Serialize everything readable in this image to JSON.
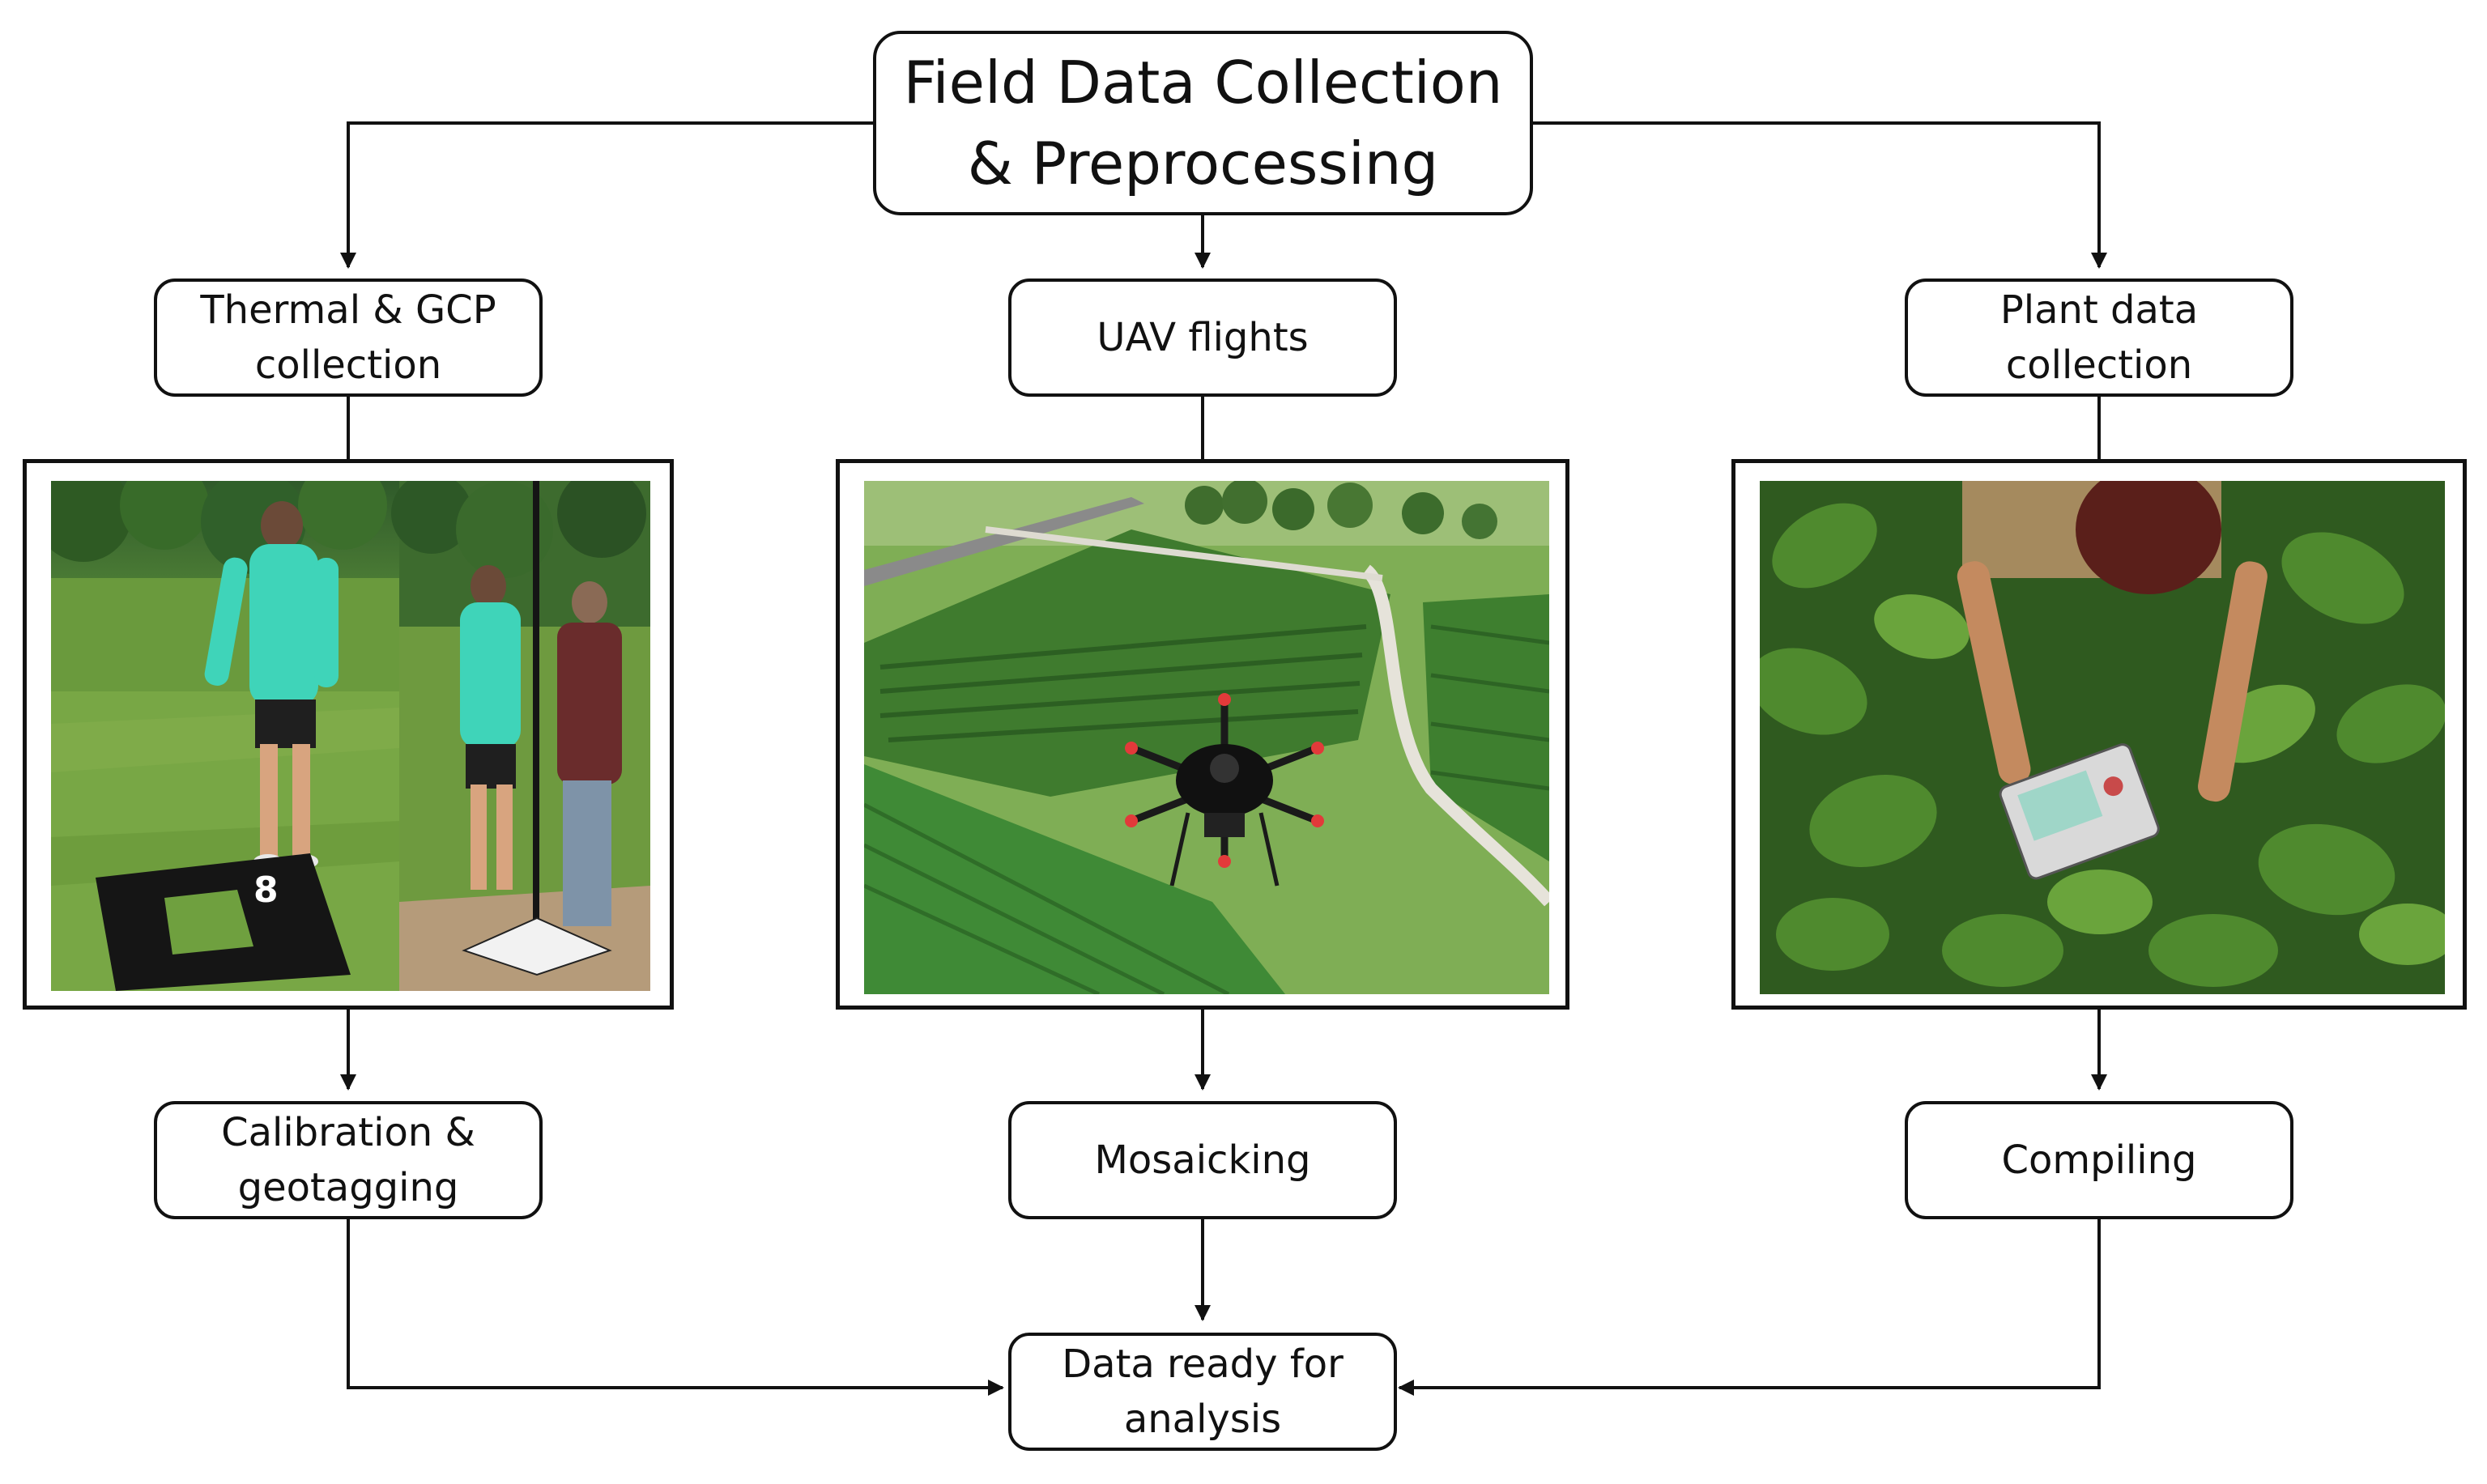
{
  "diagram": {
    "title_line1": "Field Data Collection",
    "title_line2": "& Preprocessing",
    "branches": {
      "thermal": {
        "label_line1": "Thermal & GCP",
        "label_line2": "collection",
        "photo_desc": "photo-people-with-gcp-target-and-gps-pole",
        "next_line1": "Calibration &",
        "next_line2": "geotagging"
      },
      "uav": {
        "label": "UAV flights",
        "photo_desc": "photo-drone-over-field-plots",
        "next": "Mosaicking"
      },
      "plant": {
        "label_line1": "Plant data",
        "label_line2": "collection",
        "photo_desc": "photo-person-measuring-soybean-plants",
        "next": "Compiling"
      }
    },
    "final_line1": "Data ready for",
    "final_line2": "analysis",
    "gcp_marker": "8"
  }
}
